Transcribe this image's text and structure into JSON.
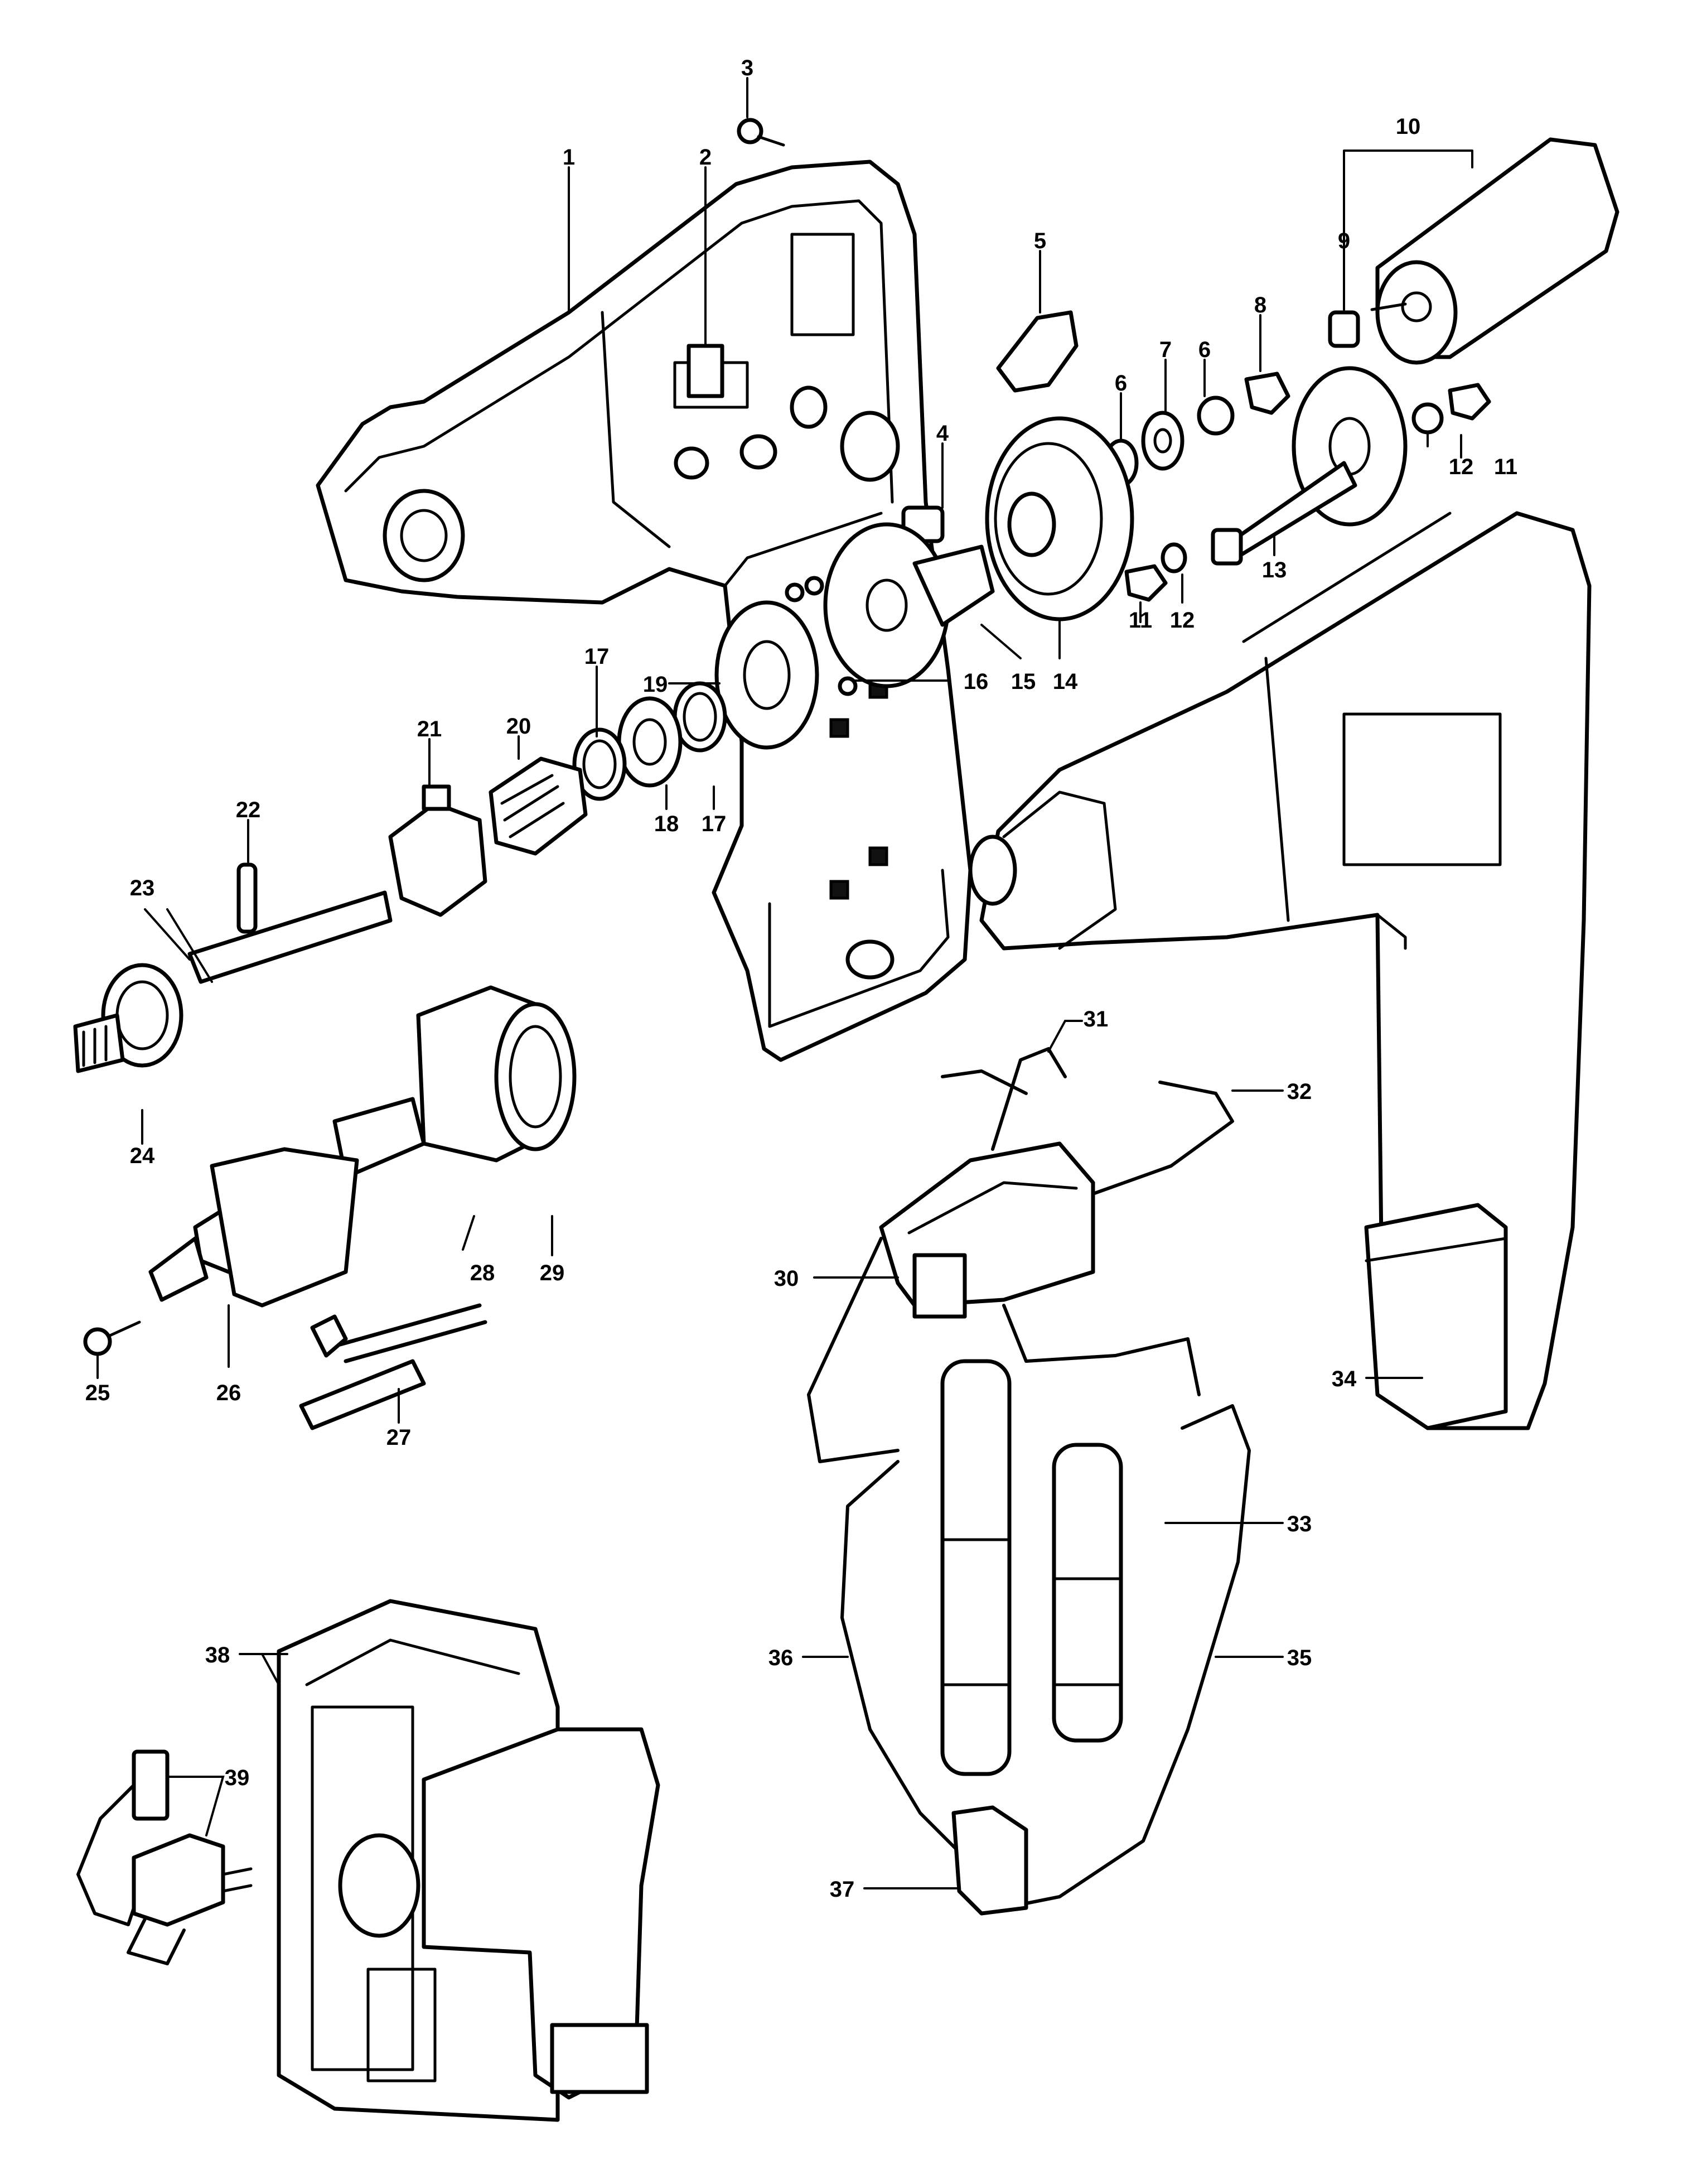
{
  "callouts": [
    {
      "id": "c1",
      "label": "1"
    },
    {
      "id": "c2",
      "label": "2"
    },
    {
      "id": "c3",
      "label": "3"
    },
    {
      "id": "c4",
      "label": "4"
    },
    {
      "id": "c5",
      "label": "5"
    },
    {
      "id": "c6a",
      "label": "6"
    },
    {
      "id": "c6b",
      "label": "6"
    },
    {
      "id": "c7",
      "label": "7"
    },
    {
      "id": "c8",
      "label": "8"
    },
    {
      "id": "c9",
      "label": "9"
    },
    {
      "id": "c10",
      "label": "10"
    },
    {
      "id": "c11a",
      "label": "11"
    },
    {
      "id": "c11b",
      "label": "11"
    },
    {
      "id": "c12a",
      "label": "12"
    },
    {
      "id": "c12b",
      "label": "12"
    },
    {
      "id": "c13",
      "label": "13"
    },
    {
      "id": "c14",
      "label": "14"
    },
    {
      "id": "c15",
      "label": "15"
    },
    {
      "id": "c16",
      "label": "16"
    },
    {
      "id": "c17a",
      "label": "17"
    },
    {
      "id": "c17b",
      "label": "17"
    },
    {
      "id": "c18",
      "label": "18"
    },
    {
      "id": "c19",
      "label": "19"
    },
    {
      "id": "c20",
      "label": "20"
    },
    {
      "id": "c21",
      "label": "21"
    },
    {
      "id": "c22",
      "label": "22"
    },
    {
      "id": "c23",
      "label": "23"
    },
    {
      "id": "c24",
      "label": "24"
    },
    {
      "id": "c25",
      "label": "25"
    },
    {
      "id": "c26",
      "label": "26"
    },
    {
      "id": "c27",
      "label": "27"
    },
    {
      "id": "c28",
      "label": "28"
    },
    {
      "id": "c29",
      "label": "29"
    },
    {
      "id": "c30",
      "label": "30"
    },
    {
      "id": "c31",
      "label": "31"
    },
    {
      "id": "c32",
      "label": "32"
    },
    {
      "id": "c33",
      "label": "33"
    },
    {
      "id": "c34",
      "label": "34"
    },
    {
      "id": "c35",
      "label": "35"
    },
    {
      "id": "c36",
      "label": "36"
    },
    {
      "id": "c37",
      "label": "37"
    },
    {
      "id": "c38",
      "label": "38"
    },
    {
      "id": "c39",
      "label": "39"
    }
  ],
  "colors": {
    "ink": "#000000",
    "paper": "#ffffff"
  }
}
